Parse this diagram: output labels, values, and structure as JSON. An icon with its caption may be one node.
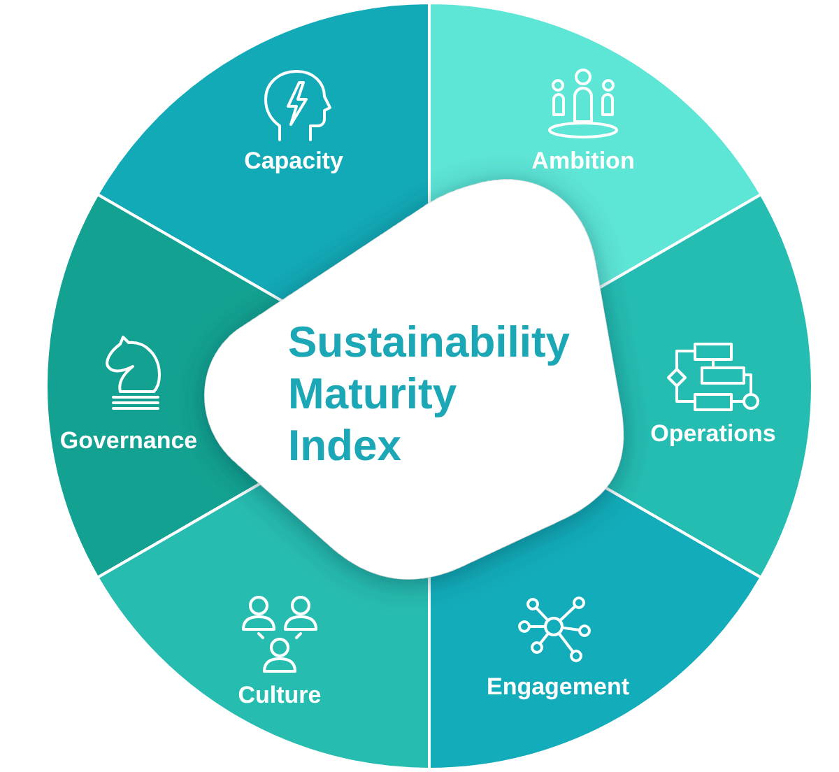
{
  "diagram": {
    "nodes": [
      {
        "text": [
          "Capacity"
        ]
      },
      {
        "text": [
          "Ambition"
        ]
      },
      {
        "text": [
          "Sustainability Maturity Index"
        ]
      },
      {
        "text": [
          "Governance"
        ]
      },
      {
        "text": [
          "Operations"
        ]
      },
      {
        "text": [
          "Culture"
        ]
      },
      {
        "text": [
          "Engagement"
        ]
      }
    ]
  }
}
